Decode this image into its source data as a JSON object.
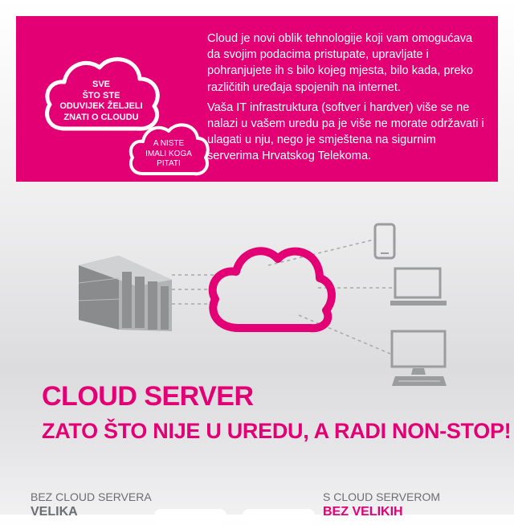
{
  "banner": {
    "bubble_main": "SVE\nŠTO STE\nODUVIJEK ŽELJELI\nZNATI O CLOUDU",
    "bubble_secondary": "A NISTE\nIMALI KOGA\nPITATI",
    "paragraph_1": "Cloud je novi oblik tehnologije koji vam omogućava da svojim podacima pristupate, upravljate i pohranjujete ih  s bilo kojeg mjesta, bilo kada, preko  različitih uređaja spojenih na internet.",
    "paragraph_2": "Vaša IT infrastruktura (softver i hardver) više se ne nalazi u vašem uredu pa je više ne morate održavati i ulagati u nju, nego je smještena na sigurnim serverima Hrvatskog Telekoma."
  },
  "illustration": {
    "icons": [
      "server-rack-icon",
      "cloud-icon",
      "smartphone-icon",
      "laptop-icon",
      "desktop-computer-icon"
    ]
  },
  "hero": {
    "title": "CLOUD SERVER",
    "subtitle": "ZATO ŠTO NIJE U UREDU, A RADI NON-STOP!"
  },
  "comparison": {
    "left_heading": "BEZ CLOUD SERVERA",
    "left_sub": "VELIKA",
    "right_heading": "S CLOUD SERVEROM",
    "right_sub": "BEZ VELIKIH"
  },
  "colors": {
    "brand_magenta": "#e20074",
    "device_grey": "#9b9c9e",
    "text_grey": "#6d6e71"
  }
}
